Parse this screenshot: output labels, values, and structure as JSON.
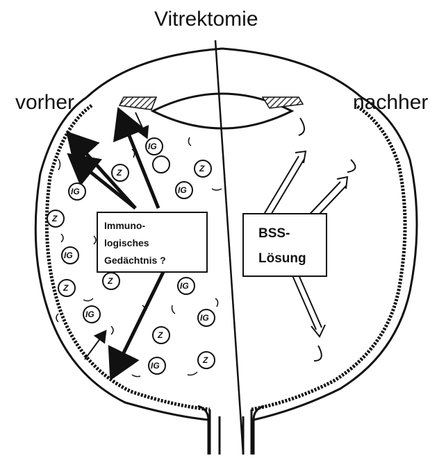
{
  "title": "Vitrektomie",
  "left_label": "vorher",
  "right_label": "nachher",
  "left_box": {
    "lines": [
      "Immuno-",
      "logisches",
      "Gedächtnis ?"
    ]
  },
  "right_box": {
    "lines": [
      "BSS-",
      "Lösung"
    ]
  },
  "cell_labels": {
    "immunoglobulin": "IG",
    "cell": "Z"
  },
  "colors": {
    "ink": "#111111",
    "background": "#ffffff"
  }
}
